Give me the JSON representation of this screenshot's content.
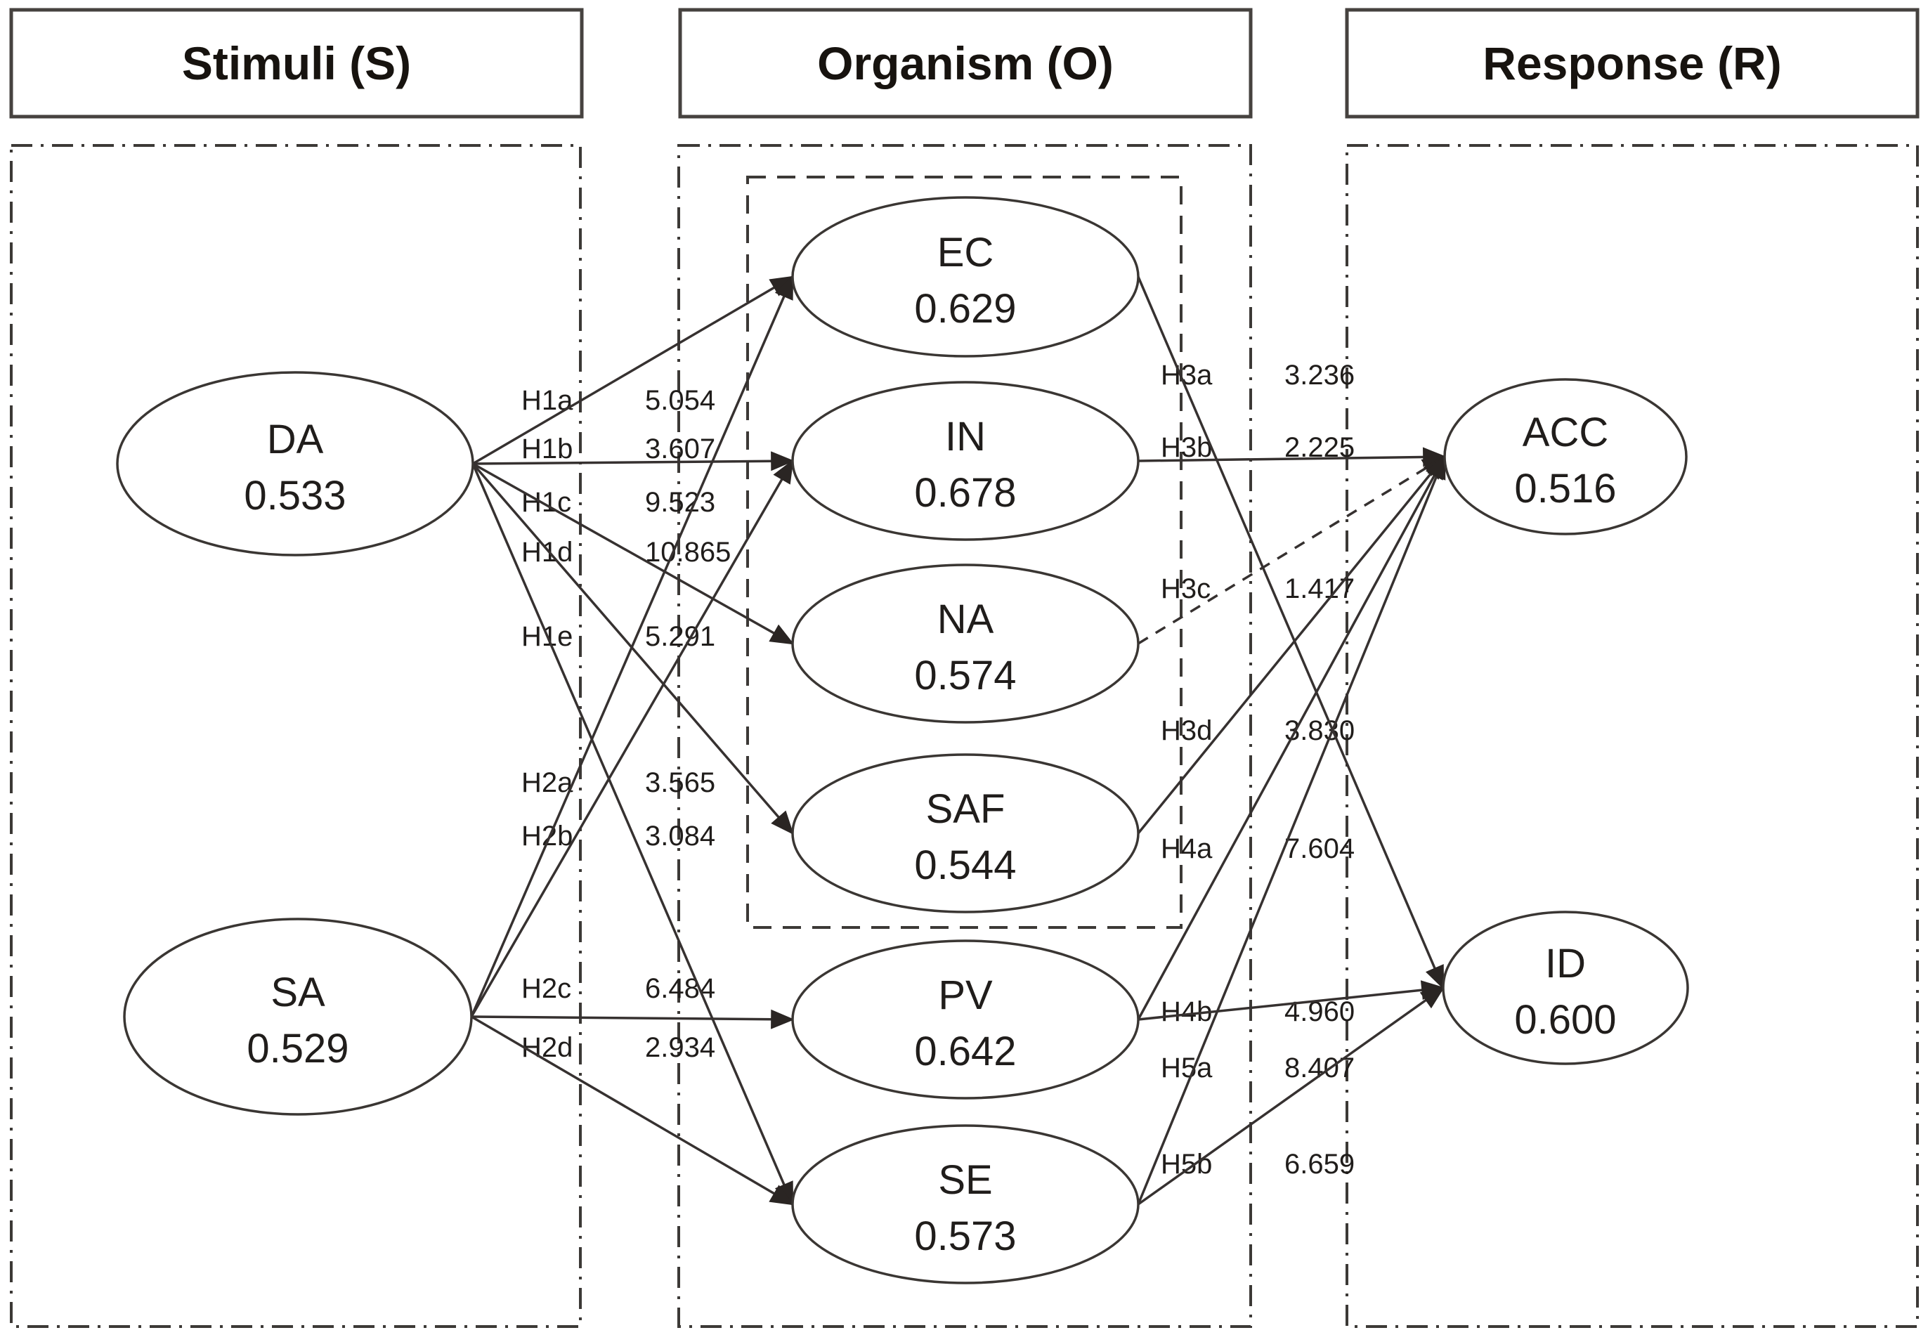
{
  "figure": {
    "sections": [
      {
        "id": "stimuli",
        "title": "Stimuli (S)"
      },
      {
        "id": "organism",
        "title": "Organism (O)"
      },
      {
        "id": "response",
        "title": "Response (R)"
      }
    ],
    "nodes": [
      {
        "id": "DA",
        "label": "DA",
        "value": "0.533"
      },
      {
        "id": "SA",
        "label": "SA",
        "value": "0.529"
      },
      {
        "id": "EC",
        "label": "EC",
        "value": "0.629"
      },
      {
        "id": "IN",
        "label": "IN",
        "value": "0.678"
      },
      {
        "id": "NA",
        "label": "NA",
        "value": "0.574"
      },
      {
        "id": "SAF",
        "label": "SAF",
        "value": "0.544"
      },
      {
        "id": "PV",
        "label": "PV",
        "value": "0.642"
      },
      {
        "id": "SE",
        "label": "SE",
        "value": "0.573"
      },
      {
        "id": "ACC",
        "label": "ACC",
        "value": "0.516"
      },
      {
        "id": "ID",
        "label": "ID",
        "value": "0.600"
      }
    ],
    "paths": [
      {
        "hypothesis": "H1a",
        "t_value": "5.054",
        "from": "DA",
        "to": "EC",
        "style": "solid"
      },
      {
        "hypothesis": "H1b",
        "t_value": "3.607",
        "from": "DA",
        "to": "IN",
        "style": "solid"
      },
      {
        "hypothesis": "H1c",
        "t_value": "9.523",
        "from": "DA",
        "to": "NA",
        "style": "solid"
      },
      {
        "hypothesis": "H1d",
        "t_value": "10.865",
        "from": "DA",
        "to": "SAF",
        "style": "solid"
      },
      {
        "hypothesis": "H1e",
        "t_value": "5.291",
        "from": "DA",
        "to": "SE",
        "style": "solid"
      },
      {
        "hypothesis": "H2a",
        "t_value": "3.565",
        "from": "SA",
        "to": "EC",
        "style": "solid"
      },
      {
        "hypothesis": "H2b",
        "t_value": "3.084",
        "from": "SA",
        "to": "IN",
        "style": "solid"
      },
      {
        "hypothesis": "H2c",
        "t_value": "6.484",
        "from": "SA",
        "to": "PV",
        "style": "solid"
      },
      {
        "hypothesis": "H2d",
        "t_value": "2.934",
        "from": "SA",
        "to": "SE",
        "style": "solid"
      },
      {
        "hypothesis": "H3a",
        "t_value": "3.236",
        "from": "EC",
        "to": "ID",
        "style": "solid"
      },
      {
        "hypothesis": "H3b",
        "t_value": "2.225",
        "from": "IN",
        "to": "ACC",
        "style": "solid"
      },
      {
        "hypothesis": "H3c",
        "t_value": "1.417",
        "from": "NA",
        "to": "ACC",
        "style": "dashed"
      },
      {
        "hypothesis": "H3d",
        "t_value": "3.830",
        "from": "SAF",
        "to": "ACC",
        "style": "solid"
      },
      {
        "hypothesis": "H4a",
        "t_value": "7.604",
        "from": "PV",
        "to": "ACC",
        "style": "solid"
      },
      {
        "hypothesis": "H4b",
        "t_value": "4.960",
        "from": "PV",
        "to": "ID",
        "style": "solid"
      },
      {
        "hypothesis": "H5a",
        "t_value": "8.407",
        "from": "SE",
        "to": "ACC",
        "style": "solid"
      },
      {
        "hypothesis": "H5b",
        "t_value": "6.659",
        "from": "SE",
        "to": "ID",
        "style": "solid"
      }
    ],
    "colors": {
      "stroke": "#3a3633",
      "text": "#201d1b"
    }
  }
}
